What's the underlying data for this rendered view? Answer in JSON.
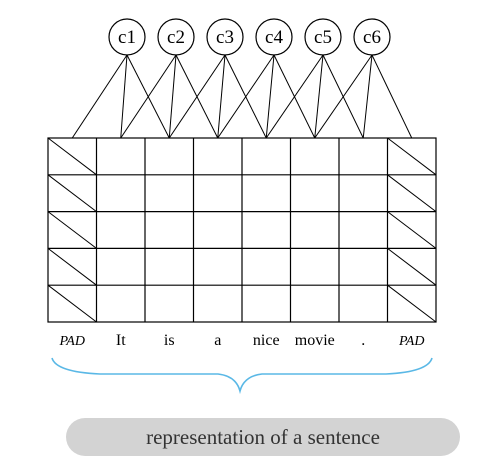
{
  "filters": [
    "c1",
    "c2",
    "c3",
    "c4",
    "c5",
    "c6"
  ],
  "tokens": [
    "PAD",
    "It",
    "is",
    "a",
    "nice",
    "movie",
    ".",
    "PAD"
  ],
  "pad_token": "PAD",
  "embedding_rows": 5,
  "filter_window": 3,
  "caption": "representation of a sentence",
  "colors": {
    "brace": "#5ab8e6",
    "caption_background": "#d3d3d3",
    "caption_text": "#333333"
  }
}
